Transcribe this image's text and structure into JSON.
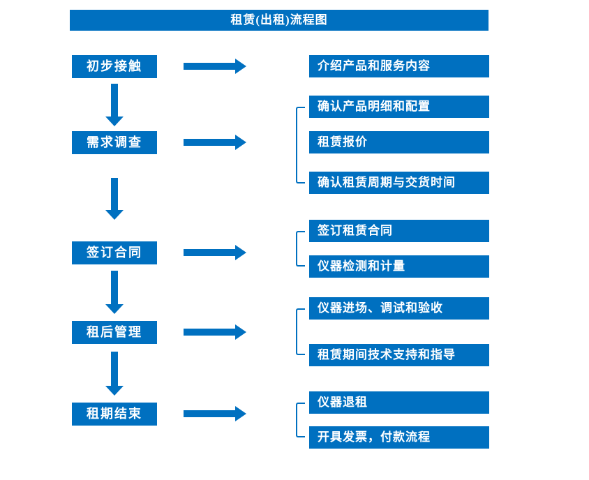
{
  "title": "租赁(出租)流程图",
  "colors": {
    "primary": "#0070C0",
    "text": "#FFFFFF",
    "background": "#FFFFFF"
  },
  "steps": [
    {
      "label": "初步接触",
      "details": [
        "介绍产品和服务内容"
      ]
    },
    {
      "label": "需求调查",
      "details": [
        "确认产品明细和配置",
        "租赁报价",
        "确认租赁周期与交货时间"
      ]
    },
    {
      "label": "签订合同",
      "details": [
        "签订租赁合同",
        "仪器检测和计量"
      ]
    },
    {
      "label": "租后管理",
      "details": [
        "仪器进场、调试和验收",
        "租赁期间技术支持和指导"
      ]
    },
    {
      "label": "租期结束",
      "details": [
        "仪器退租",
        "开具发票，付款流程"
      ]
    }
  ]
}
